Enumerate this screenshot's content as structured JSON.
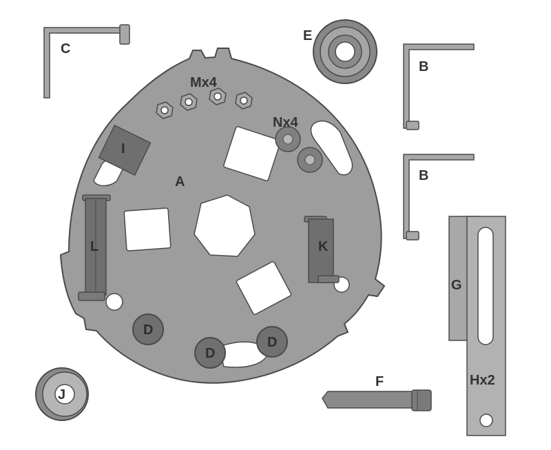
{
  "labels": {
    "plate": "A",
    "bracket_b_top": "B",
    "bracket_b_bottom": "B",
    "bracket_c": "C",
    "spacers": [
      "D",
      "D",
      "D"
    ],
    "washer_e": "E",
    "bolt_f": "F",
    "bar_g": "G",
    "bars_h": "Hx2",
    "square_i": "I",
    "nut_j": "J",
    "clip_k": "K",
    "clip_l": "L",
    "nuts_m": "Mx4",
    "nuts_n": "Nx4"
  },
  "colors": {
    "plate_fill": "#9d9d9d",
    "part_fill": "#a8a8a8",
    "dark_part": "#6f6f6f",
    "outline": "#4a4a4a",
    "background": "#ffffff"
  }
}
